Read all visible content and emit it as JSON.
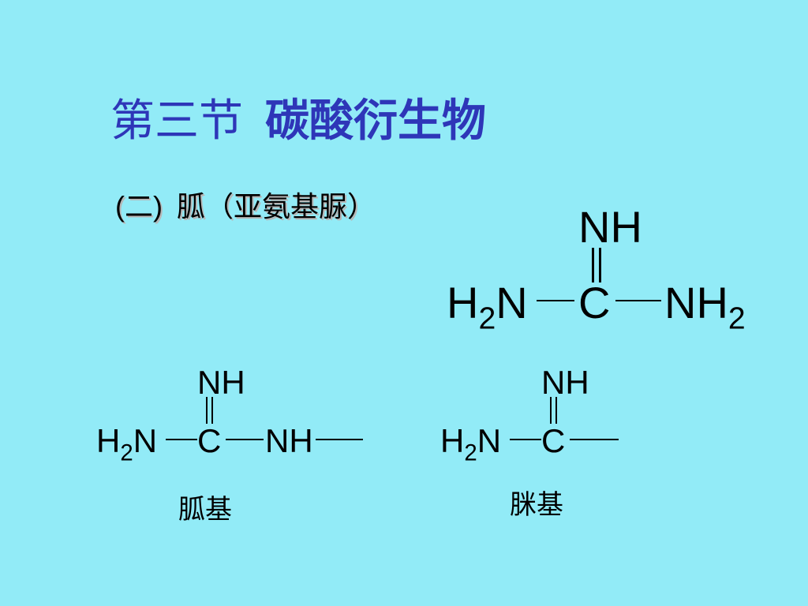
{
  "title": {
    "prefix": "第三节",
    "main": "碳酸衍生物"
  },
  "subtitle": {
    "number": "(二)",
    "name": "胍（亚氨基脲）"
  },
  "guanidine": {
    "top_group": "NH",
    "left_group": "H",
    "left_sub": "2",
    "left_atom": "N",
    "center_atom": "C",
    "right_group": "NH",
    "right_sub": "2"
  },
  "guanidino": {
    "top_group": "NH",
    "left_group": "H",
    "left_sub": "2",
    "left_atom": "N",
    "center_atom": "C",
    "right_group": "NH",
    "caption": "胍基"
  },
  "amidino": {
    "top_group": "NH",
    "left_group": "H",
    "left_sub": "2",
    "left_atom": "N",
    "center_atom": "C",
    "caption": "脒基"
  }
}
